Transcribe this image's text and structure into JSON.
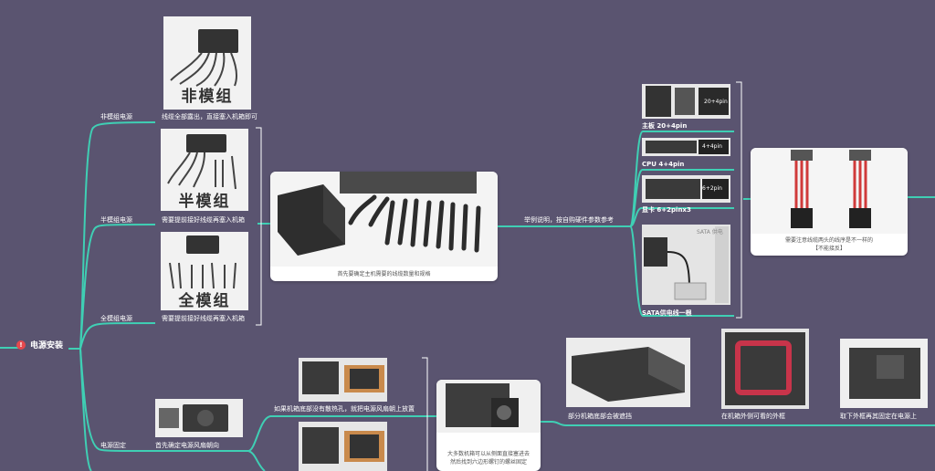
{
  "root": {
    "badge": "!",
    "label": "电源安装"
  },
  "branches": {
    "non_modular": {
      "label": "非模组电源",
      "desc": "线缆全部露出，直接塞入机箱即可",
      "photo_text": "非模组"
    },
    "semi_modular": {
      "label": "半模组电源",
      "desc": "需要提前接好线缆再塞入机箱",
      "photo_text": "半模组"
    },
    "full_modular": {
      "label": "全模组电源",
      "desc": "需要提前接好线缆再塞入机箱",
      "photo_text": "全模组"
    },
    "psu_fix": {
      "label": "电源固定",
      "desc": "首先确定电源风扇朝向"
    }
  },
  "center_card": {
    "caption": "首先要确定主机需要的线缆数量和规格"
  },
  "examples": {
    "label": "举例说明，按自购硬件参数参考",
    "items": [
      {
        "label": "主板 20+4pin",
        "photo_text": "20+4pin"
      },
      {
        "label": "CPU 4+4pin",
        "photo_text": "4+4pin"
      },
      {
        "label": "显卡 6+2pinx3",
        "photo_text": "6+2pin"
      },
      {
        "label": "SATA供电线一根",
        "photo_text": "SATA 供电"
      }
    ]
  },
  "right_card": {
    "caption_line1": "需要注意线缆两头的线序是不一样的",
    "caption_line2": "【不能接反】"
  },
  "fix_steps": {
    "fan_case": "如果机箱底部没有散热孔，就把电源风扇朝上放置",
    "bracket_card": {
      "caption_line1": "大多数机箱可以从侧面直接塞进去",
      "caption_line2": "然后找到六边形螺钉的螺丝固定"
    },
    "step1": "部分机箱底部会被遮挡",
    "step2": "在机箱外侧可看的外框",
    "step3": "取下外框再其固定在电源上"
  },
  "colors": {
    "background": "#5a5470",
    "connector": "#3fcfb4",
    "badge": "#e5484d"
  }
}
